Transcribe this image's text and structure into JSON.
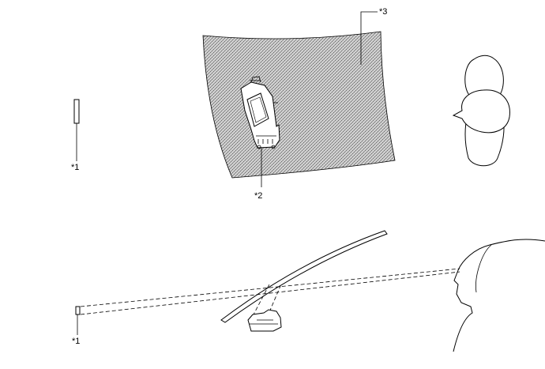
{
  "callouts": {
    "target_top": "*1",
    "hud_unit": "*2",
    "windshield": "*3",
    "target_bottom": "*1"
  },
  "colors": {
    "line": "#000000",
    "background": "#ffffff",
    "windshield_shade": "#a8a8a8"
  }
}
